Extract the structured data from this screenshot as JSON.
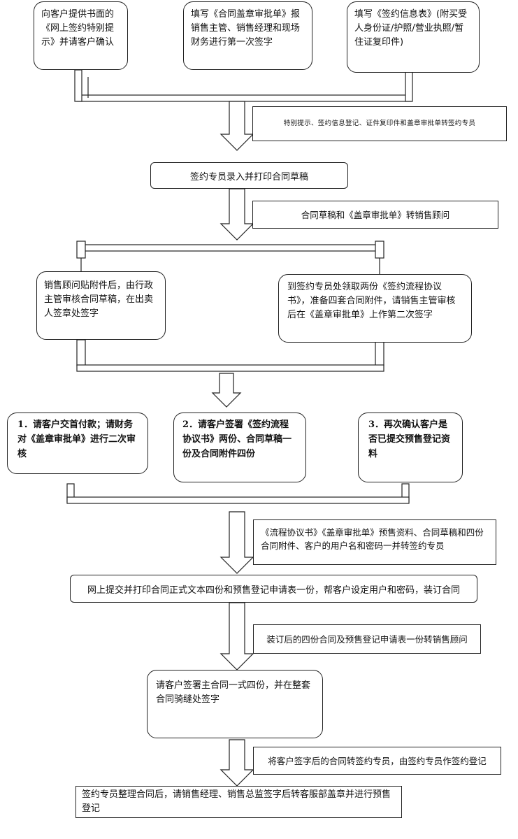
{
  "steps": {
    "s1": "向客户提供书面的《网上签约特别提示》并请客户确认",
    "s2": "填写《合同盖章审批单》报销售主管、销售经理和现场财务进行第一次签字",
    "s3": "填写《签约信息表》(附买受人身份证/护照/营业执照/暂住证复印件)",
    "note1": "特别提示、签约信息登记、证件复印件和盖章审批单转签约专员",
    "s4": "签约专员录入并打印合同草稿",
    "note2": "合同草稿和《盖章审批单》转销售顾问",
    "s5": "销售顾问贴附件后，由行政主管审核合同草稿，在出卖人签章处签字",
    "s6": "到签约专员处领取两份《签约流程协议书》，准备四套合同附件，请销售主管审核后在《盖章审批单》上作第二次签字",
    "s7": "1．请客户交首付款；请财务对《盖章审批单》进行二次审核",
    "s8": "2．请客户签署《签约流程协议书》两份、合同草稿一份及合同附件四份",
    "s9": "3．再次确认客户是否已提交预售登记资料",
    "note3": "《流程协议书》《盖章审批单》预售资料、合同草稿和四份合同附件、客户的用户名和密码一并转签约专员",
    "s10": "网上提交并打印合同正式文本四份和预售登记申请表一份，帮客户设定用户和密码，装订合同",
    "note4": "装订后的四份合同及预售登记申请表一份转销售顾问",
    "s11": "请客户签署主合同一式四份，并在整套合同骑缝处签字",
    "note5": "将客户签字后的合同转签约专员，由签约专员作签约登记",
    "s12": "签约专员整理合同后，请销售经理、销售总监签字后转客服部盖章并进行预售登记"
  }
}
